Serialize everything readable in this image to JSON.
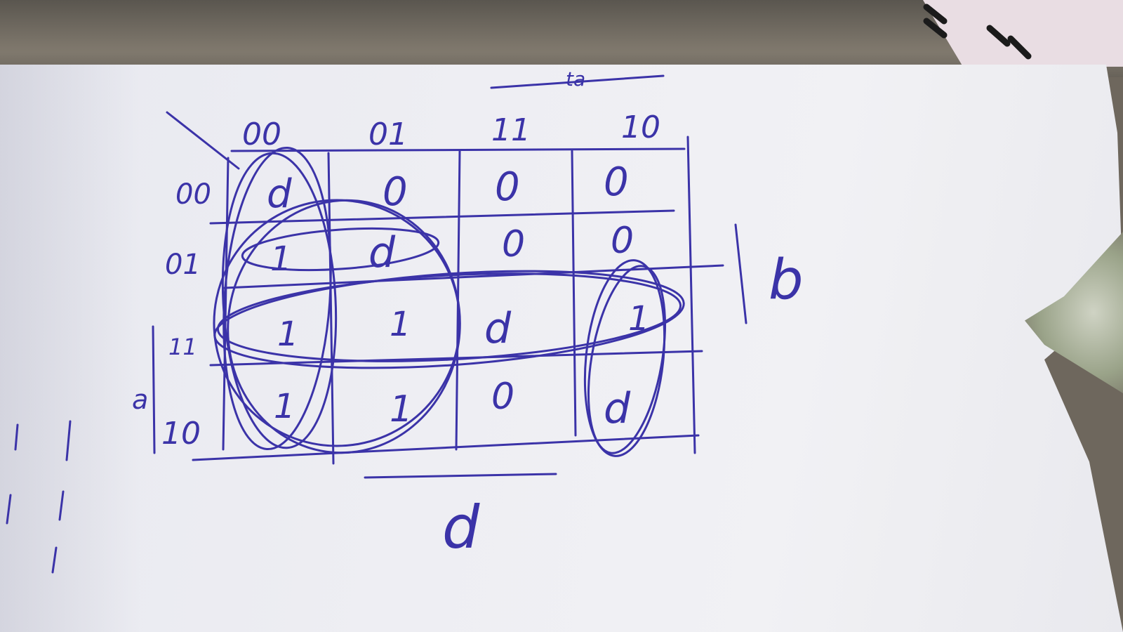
{
  "top_label": "ta",
  "column_headers": [
    "00",
    "01",
    "11",
    "10"
  ],
  "row_headers": [
    "00",
    "01",
    "11",
    "10"
  ],
  "cells": [
    [
      "d",
      "0",
      "0",
      "0"
    ],
    [
      "1",
      "d",
      "0",
      "0"
    ],
    [
      "1",
      "1",
      "d",
      "1"
    ],
    [
      "1",
      "1",
      "0",
      "d"
    ]
  ],
  "right_label": "b",
  "left_label": "a",
  "bottom_label": "d",
  "colors": {
    "ink": "#3b33a8",
    "paper": "#eeeef3",
    "desk": "#6e675d"
  }
}
